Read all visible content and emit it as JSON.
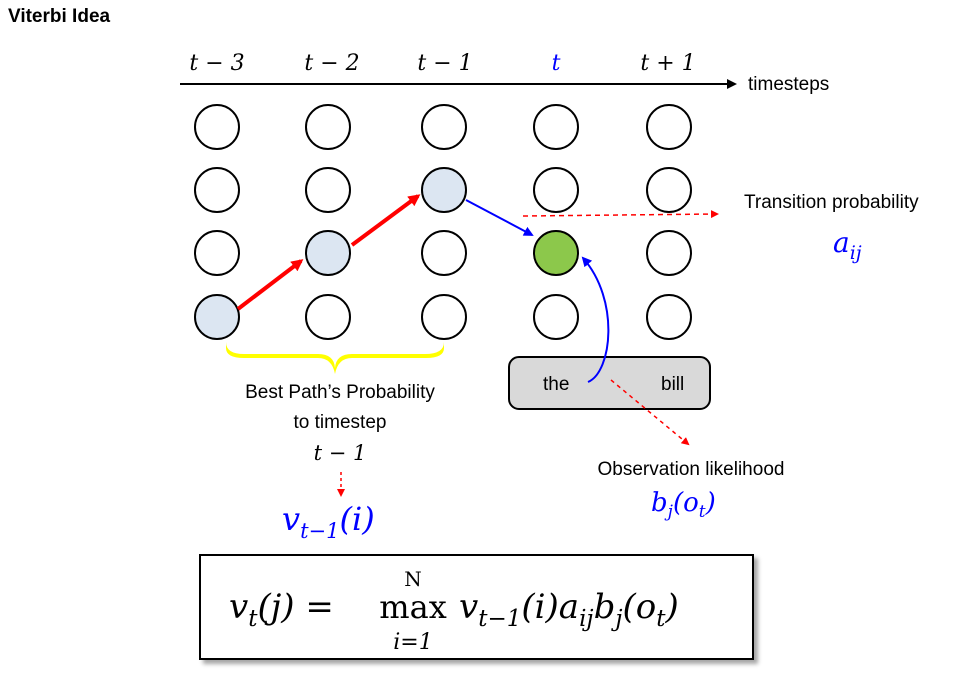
{
  "title": "Viterbi Idea",
  "timesteps_label": "timesteps",
  "timestep_labels": [
    "t − 3",
    "t − 2",
    "t − 1",
    "t",
    "t + 1"
  ],
  "observation_box": {
    "left_word": "the",
    "right_word": "bill"
  },
  "transition_label": "Transition probability",
  "transition_symbol": {
    "base": "a",
    "sub": "ij"
  },
  "best_path_label": {
    "line1": "Best Path’s Probability",
    "line2": "to timestep",
    "line3": "t − 1"
  },
  "best_path_symbol": {
    "base": "v",
    "sub": "t−1",
    "arg": "(i)"
  },
  "observation_label": "Observation likelihood",
  "observation_symbol": {
    "base": "b",
    "sub": "j",
    "arg": "(o",
    "arg_sub": "t",
    "close": ")"
  },
  "formula": {
    "lhs": "v",
    "lhs_sub": "t",
    "lhs_arg": "(j) = ",
    "max_top": "N",
    "max_word": "max",
    "max_bottom": "i=1",
    "t1": "v",
    "t1_sub": "t−1",
    "t1_arg": "(i)",
    "t2": "a",
    "t2_sub": "ij",
    "t3": "b",
    "t3_sub": "j",
    "t3_arg": "(o",
    "t3_arg_sub": "t",
    "t3_close": ")"
  },
  "colors": {
    "highlight_node": "#dce6f2",
    "current_node": "#8cc84b",
    "best_path_arrow": "#ff0000",
    "transition_arrow": "#0000ff",
    "brace": "#ffff00",
    "math_blue": "#0000ff",
    "obs_box_fill": "#d9d9d9"
  }
}
